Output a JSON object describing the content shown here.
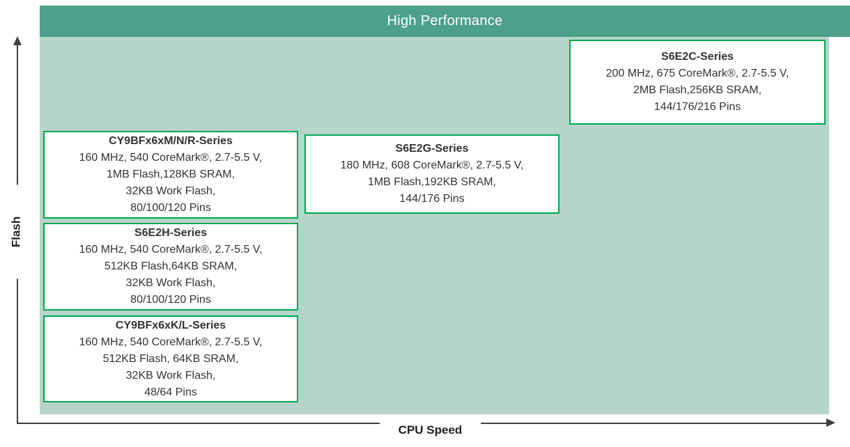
{
  "header": {
    "title": "High Performance"
  },
  "axes": {
    "y_label": "Flash",
    "x_label": "CPU Speed"
  },
  "cards": [
    {
      "name": "S6E2C",
      "title": "S6E2C-Series",
      "lines": [
        "200 MHz, 675 CoreMark®, 2.7-5.5 V,",
        "2MB Flash,256KB SRAM,",
        "144/176/216 Pins"
      ]
    },
    {
      "name": "CY9BFx6xM/N/R",
      "title": "CY9BFx6xM/N/R-Series",
      "lines": [
        "160 MHz, 540 CoreMark®, 2.7-5.5 V,",
        "1MB Flash,128KB SRAM,",
        "32KB Work Flash,",
        "80/100/120 Pins"
      ]
    },
    {
      "name": "S6E2G",
      "title": "S6E2G-Series",
      "lines": [
        "180 MHz, 608 CoreMark®, 2.7-5.5 V,",
        "1MB Flash,192KB SRAM,",
        "144/176 Pins"
      ]
    },
    {
      "name": "S6E2H",
      "title": "S6E2H-Series",
      "lines": [
        "160 MHz, 540 CoreMark®, 2.7-5.5 V,",
        "512KB Flash,64KB SRAM,",
        "32KB Work Flash,",
        "80/100/120 Pins"
      ]
    },
    {
      "name": "CY9BFx6xK/L",
      "title": "CY9BFx6xK/L-Series",
      "lines": [
        "160 MHz, 540 CoreMark®, 2.7-5.5 V,",
        "512KB Flash, 64KB SRAM,",
        "32KB Work Flash,",
        "48/64 Pins"
      ]
    }
  ],
  "colors": {
    "header_bg": "#4DA08A",
    "plot_bg": "#B7D4C9",
    "card_border": "#00A551",
    "text": "#333333",
    "axis": "#3F3F3F"
  }
}
